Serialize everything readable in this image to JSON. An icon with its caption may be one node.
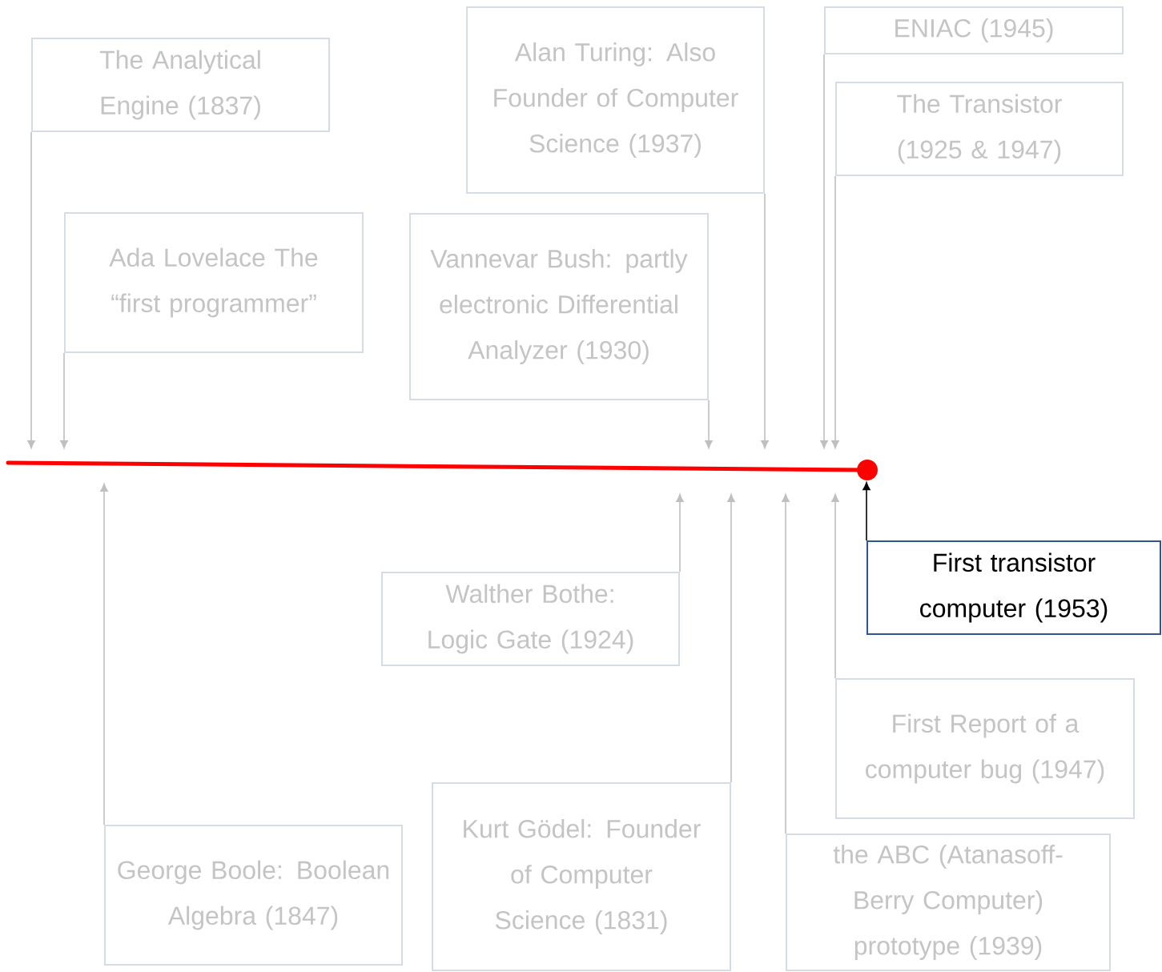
{
  "diagram": {
    "nodes": [
      {
        "text": [
          "The Analytical Engine (1837)"
        ]
      },
      {
        "text": [
          "Ada Lovelace The “first programmer”"
        ]
      },
      {
        "text": [
          "Alan Turing: Also Founder of Computer Science (1937)"
        ]
      },
      {
        "text": [
          "Vannevar Bush: partly electronic Differential Analyzer (1930)"
        ]
      },
      {
        "text": [
          "ENIAC (1945)"
        ]
      },
      {
        "text": [
          "The Transistor (1925 & 1947)"
        ]
      },
      {
        "text": [
          "First transistor computer (1953)"
        ]
      },
      {
        "text": [
          "Walther Bothe: Logic Gate (1924)"
        ]
      },
      {
        "text": [
          "First Report of a computer bug (1947)"
        ]
      },
      {
        "text": [
          "George Boole: Boolean Algebra (1847)"
        ]
      },
      {
        "text": [
          "Kurt Gödel: Founder of Computer Science (1831)"
        ]
      },
      {
        "text": [
          "the ABC (Atanasoff-Berry Computer) prototype (1939)"
        ]
      },
      {
        "text": [],
        "shape": "circle"
      }
    ],
    "edges": [
      {
        "from": 0,
        "to": null,
        "arrow": "to"
      },
      {
        "from": 1,
        "to": null,
        "arrow": "to"
      },
      {
        "from": 2,
        "to": null,
        "arrow": "to"
      },
      {
        "from": 3,
        "to": null,
        "arrow": "to"
      },
      {
        "from": 4,
        "to": null,
        "arrow": "to"
      },
      {
        "from": 5,
        "to": null,
        "arrow": "to"
      },
      {
        "from": 6,
        "to": 12,
        "arrow": "to",
        "color": "#000000"
      },
      {
        "from": 7,
        "to": null,
        "arrow": "to"
      },
      {
        "from": 8,
        "to": null,
        "arrow": "to"
      },
      {
        "from": 9,
        "to": null,
        "arrow": "to"
      },
      {
        "from": 10,
        "to": null,
        "arrow": "to"
      },
      {
        "from": 11,
        "to": null,
        "arrow": "to"
      }
    ]
  }
}
